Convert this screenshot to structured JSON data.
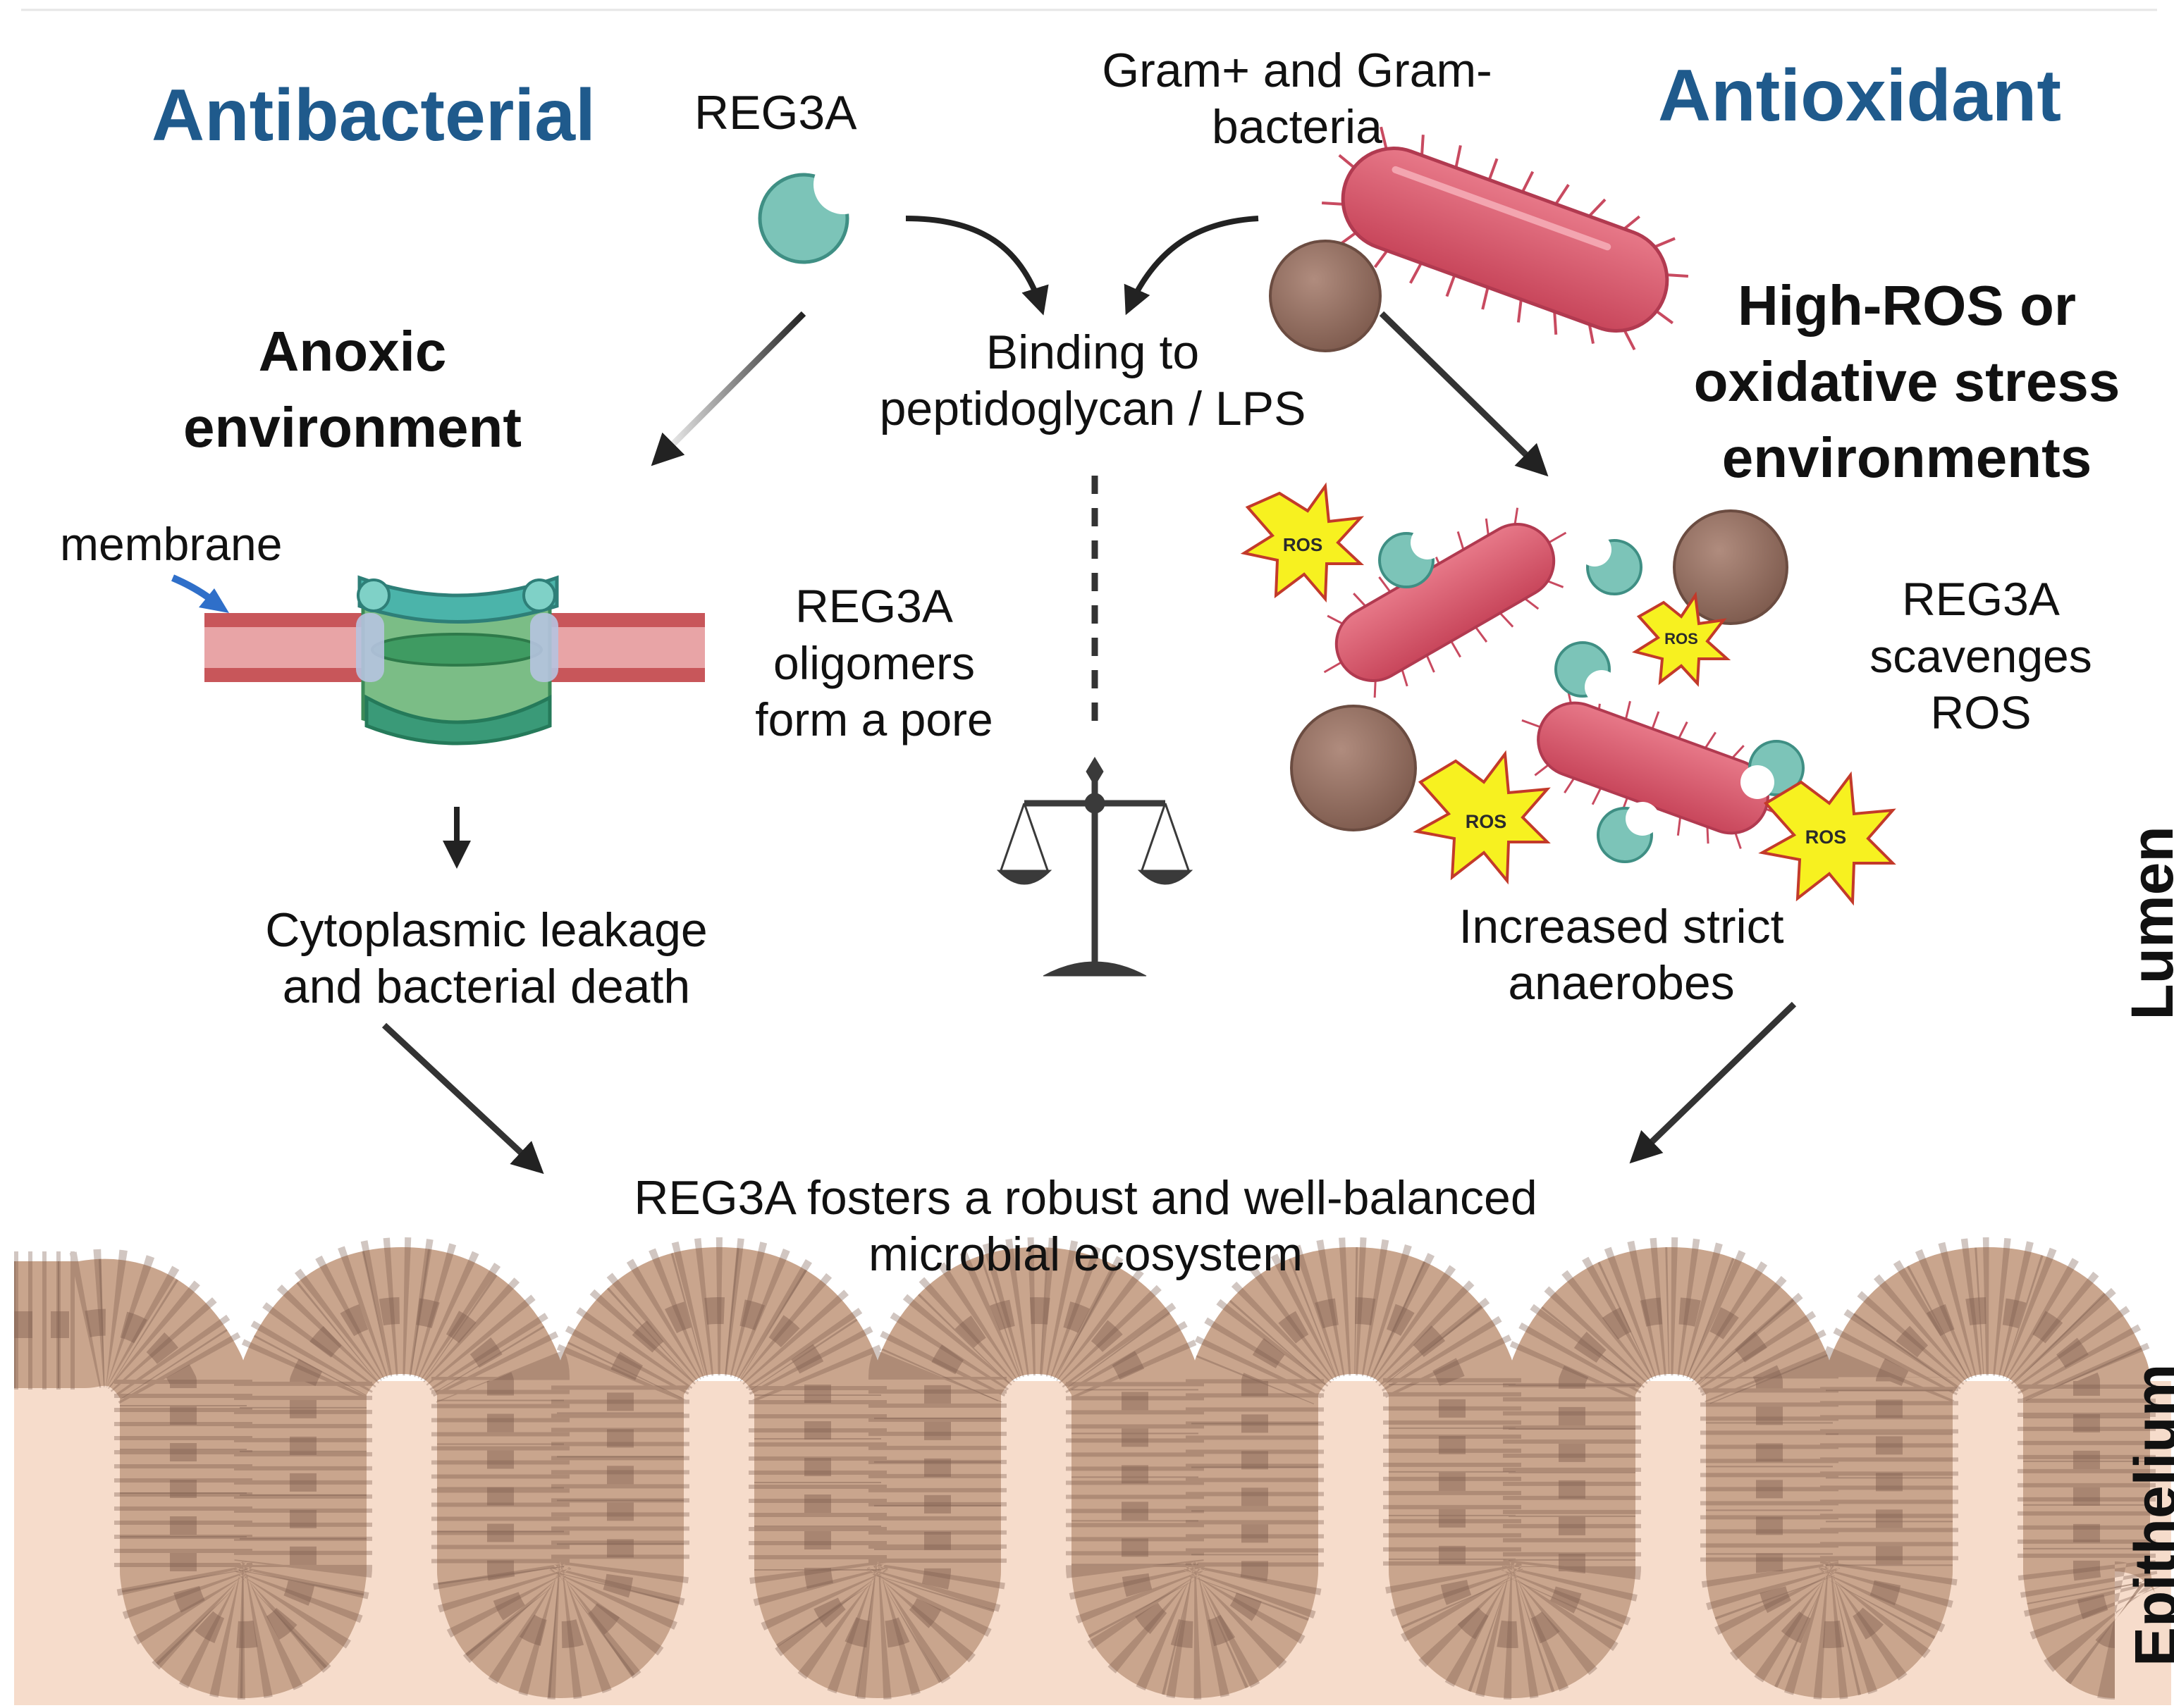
{
  "headings": {
    "antibacterial": "Antibacterial",
    "antioxidant": "Antioxidant"
  },
  "labels": {
    "reg3a_top": "REG3A",
    "bacteria_top": [
      "Gram+ and Gram-",
      "bacteria"
    ],
    "binding": [
      "Binding to",
      "peptidoglycan / LPS"
    ],
    "anoxic": [
      "Anoxic",
      "environment"
    ],
    "high_ros": [
      "High-ROS or",
      "oxidative stress",
      "environments"
    ],
    "membrane": "membrane",
    "pore": [
      "REG3A",
      "oligomers",
      "form a pore"
    ],
    "leakage": [
      "Cytoplasmic leakage",
      "and bacterial death"
    ],
    "scavenges": [
      "REG3A",
      "scavenges",
      "ROS"
    ],
    "anaerobes": [
      "Increased strict",
      "anaerobes"
    ],
    "conclusion": [
      "REG3A fosters a robust and well-balanced",
      "microbial ecosystem"
    ],
    "lumen": "Lumen",
    "epithelium": "Epithelium",
    "ros": "ROS"
  },
  "colors": {
    "heading_blue": "#1f5a8c",
    "reg3a_teal": "#7cc4b8",
    "bacteria_red": "#d9566b",
    "particle_brown": "#9a7466",
    "ros_yellow": "#f7f120",
    "membrane_red": "#c8565a",
    "pore_green": "#5fae73",
    "epithelium_tan": "#c9a58d",
    "lamina_pink": "#f6dccb"
  },
  "icons": [
    "reg3a-icon",
    "bacteria-icon",
    "brown-particle-icon",
    "ros-burst-icon",
    "pore-icon",
    "balance-scale-icon",
    "epithelium-icon",
    "arrow-icon"
  ]
}
